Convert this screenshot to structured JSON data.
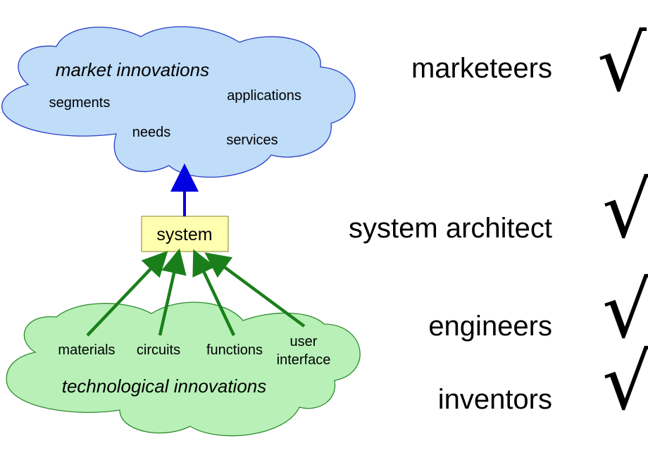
{
  "market_cloud": {
    "title": "market innovations",
    "items": [
      "segments",
      "needs",
      "applications",
      "services"
    ]
  },
  "system_box": {
    "label": "system"
  },
  "tech_cloud": {
    "title": "technological innovations",
    "items": [
      "materials",
      "circuits",
      "functions"
    ],
    "user_interface": [
      "user",
      "interface"
    ]
  },
  "roles": [
    "marketeers",
    "system architect",
    "engineers",
    "inventors"
  ],
  "check_glyph": "√",
  "colors": {
    "market_cloud_fill": "#bfdcf8",
    "market_cloud_stroke": "#2a3ec8",
    "tech_cloud_fill": "#b8f0b8",
    "tech_cloud_stroke": "#2e8a2e",
    "system_fill": "#ffffb0",
    "system_stroke": "#9a9a4a",
    "blue_arrow": "#0000e0",
    "green_arrow": "#1a7f1a"
  }
}
